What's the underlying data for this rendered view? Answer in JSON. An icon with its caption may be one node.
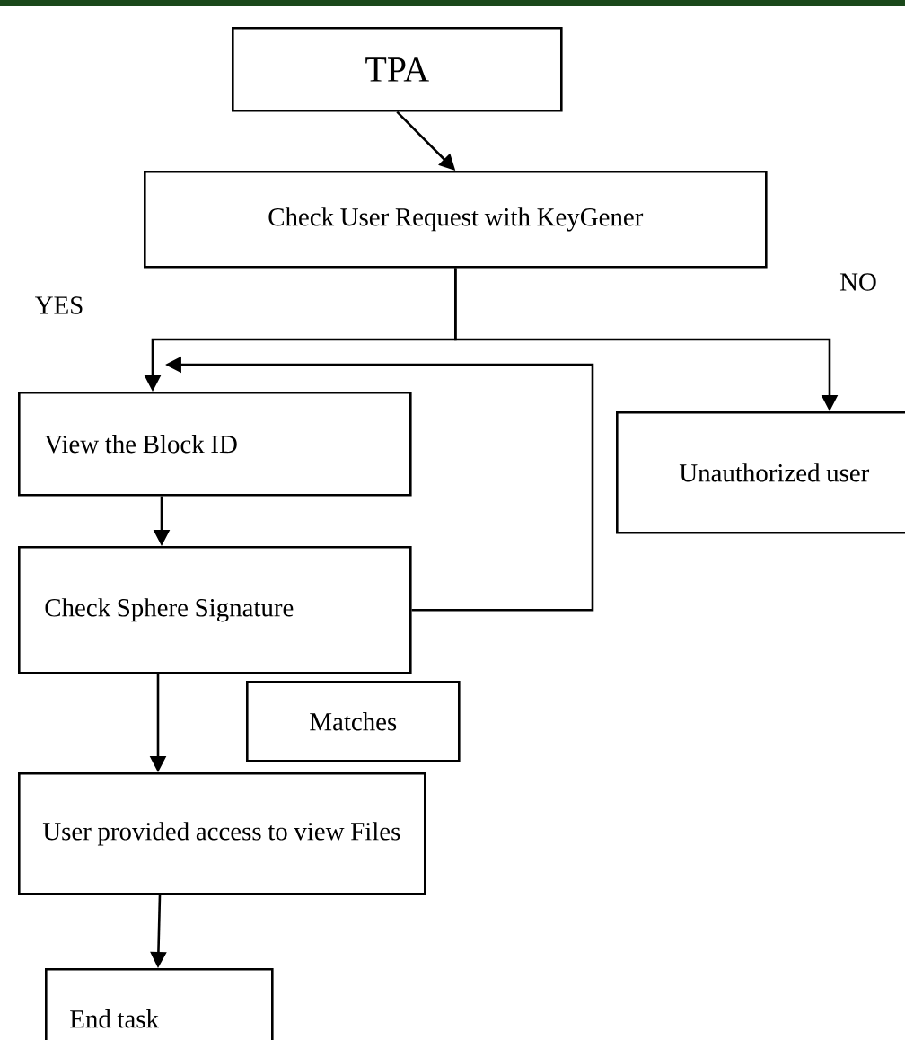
{
  "diagram": {
    "nodes": [
      {
        "text": [
          "TPA"
        ]
      },
      {
        "text": [
          "Check User Request with KeyGener"
        ]
      },
      {
        "text": [
          "View the Block ID"
        ]
      },
      {
        "text": [
          "Unauthorized user"
        ]
      },
      {
        "text": [
          "Check Sphere Signature"
        ]
      },
      {
        "text": [
          "Matches"
        ]
      },
      {
        "text": [
          "User provided access to view Files"
        ]
      },
      {
        "text": [
          "End task"
        ]
      }
    ],
    "edges": [
      {
        "from": 0,
        "to": 1,
        "arrow": "to"
      },
      {
        "from": 1,
        "to": 2,
        "arrow": "to",
        "label": "YES"
      },
      {
        "from": 1,
        "to": 3,
        "arrow": "to",
        "label": "NO"
      },
      {
        "from": 2,
        "to": 4,
        "arrow": "to"
      },
      {
        "from": 4,
        "to": 2,
        "arrow": "to"
      },
      {
        "from": 4,
        "to": 6,
        "arrow": "to"
      },
      {
        "from": 6,
        "to": 7,
        "arrow": "to"
      }
    ]
  }
}
